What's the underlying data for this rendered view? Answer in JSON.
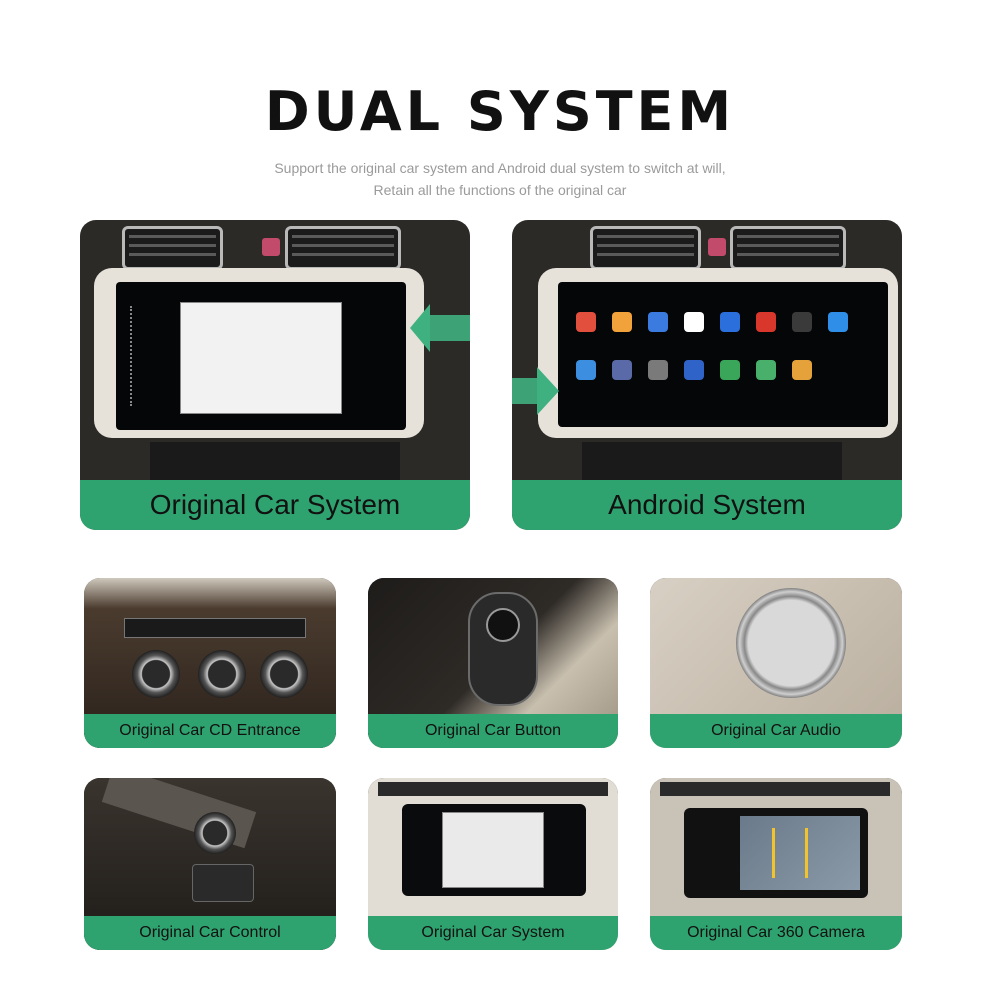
{
  "header": {
    "title": "DUAL SYSTEM",
    "subtitle_line1": "Support the original car system and Android dual system to switch at will,",
    "subtitle_line2": "Retain all the functions of the original car"
  },
  "cards": {
    "original_system": {
      "label": "Original Car System"
    },
    "android_system": {
      "label": "Android System"
    },
    "cd_entrance": {
      "label": "Original Car CD Entrance"
    },
    "car_button": {
      "label": "Original Car Button"
    },
    "car_audio": {
      "label": "Original Car Audio"
    },
    "car_control": {
      "label": "Original Car Control"
    },
    "car_system_small": {
      "label": "Original Car System"
    },
    "car_360_camera": {
      "label": "Original Car 360 Camera"
    }
  },
  "colors": {
    "accent_green": "#2fa36f",
    "arrow_green": "#3fb07f"
  }
}
